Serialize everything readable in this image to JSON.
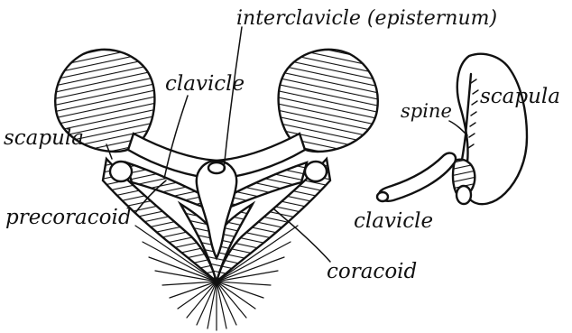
{
  "labels": {
    "interclavicle": "interclavicle (episternum)",
    "clavicle_left": "clavicle",
    "scapula_left": "scapula",
    "precoracoid": "precoracoid",
    "coracoid": "coracoid",
    "spine": "spine",
    "scapula_right": "scapula",
    "clavicle_right": "clavicle"
  },
  "colors": {
    "ink": "#111111",
    "background": "#ffffff"
  }
}
